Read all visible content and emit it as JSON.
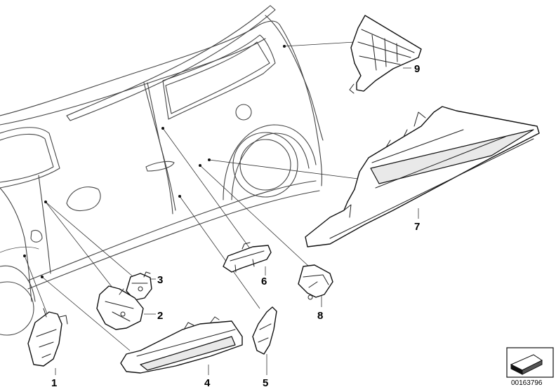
{
  "callouts": {
    "c1": "1",
    "c2": "2",
    "c3": "3",
    "c4": "4",
    "c5": "5",
    "c6": "6",
    "c7": "7",
    "c8": "8",
    "c9": "9"
  },
  "document_number": "00163796",
  "icons": {
    "orientation": "direction-arrow-icon"
  }
}
